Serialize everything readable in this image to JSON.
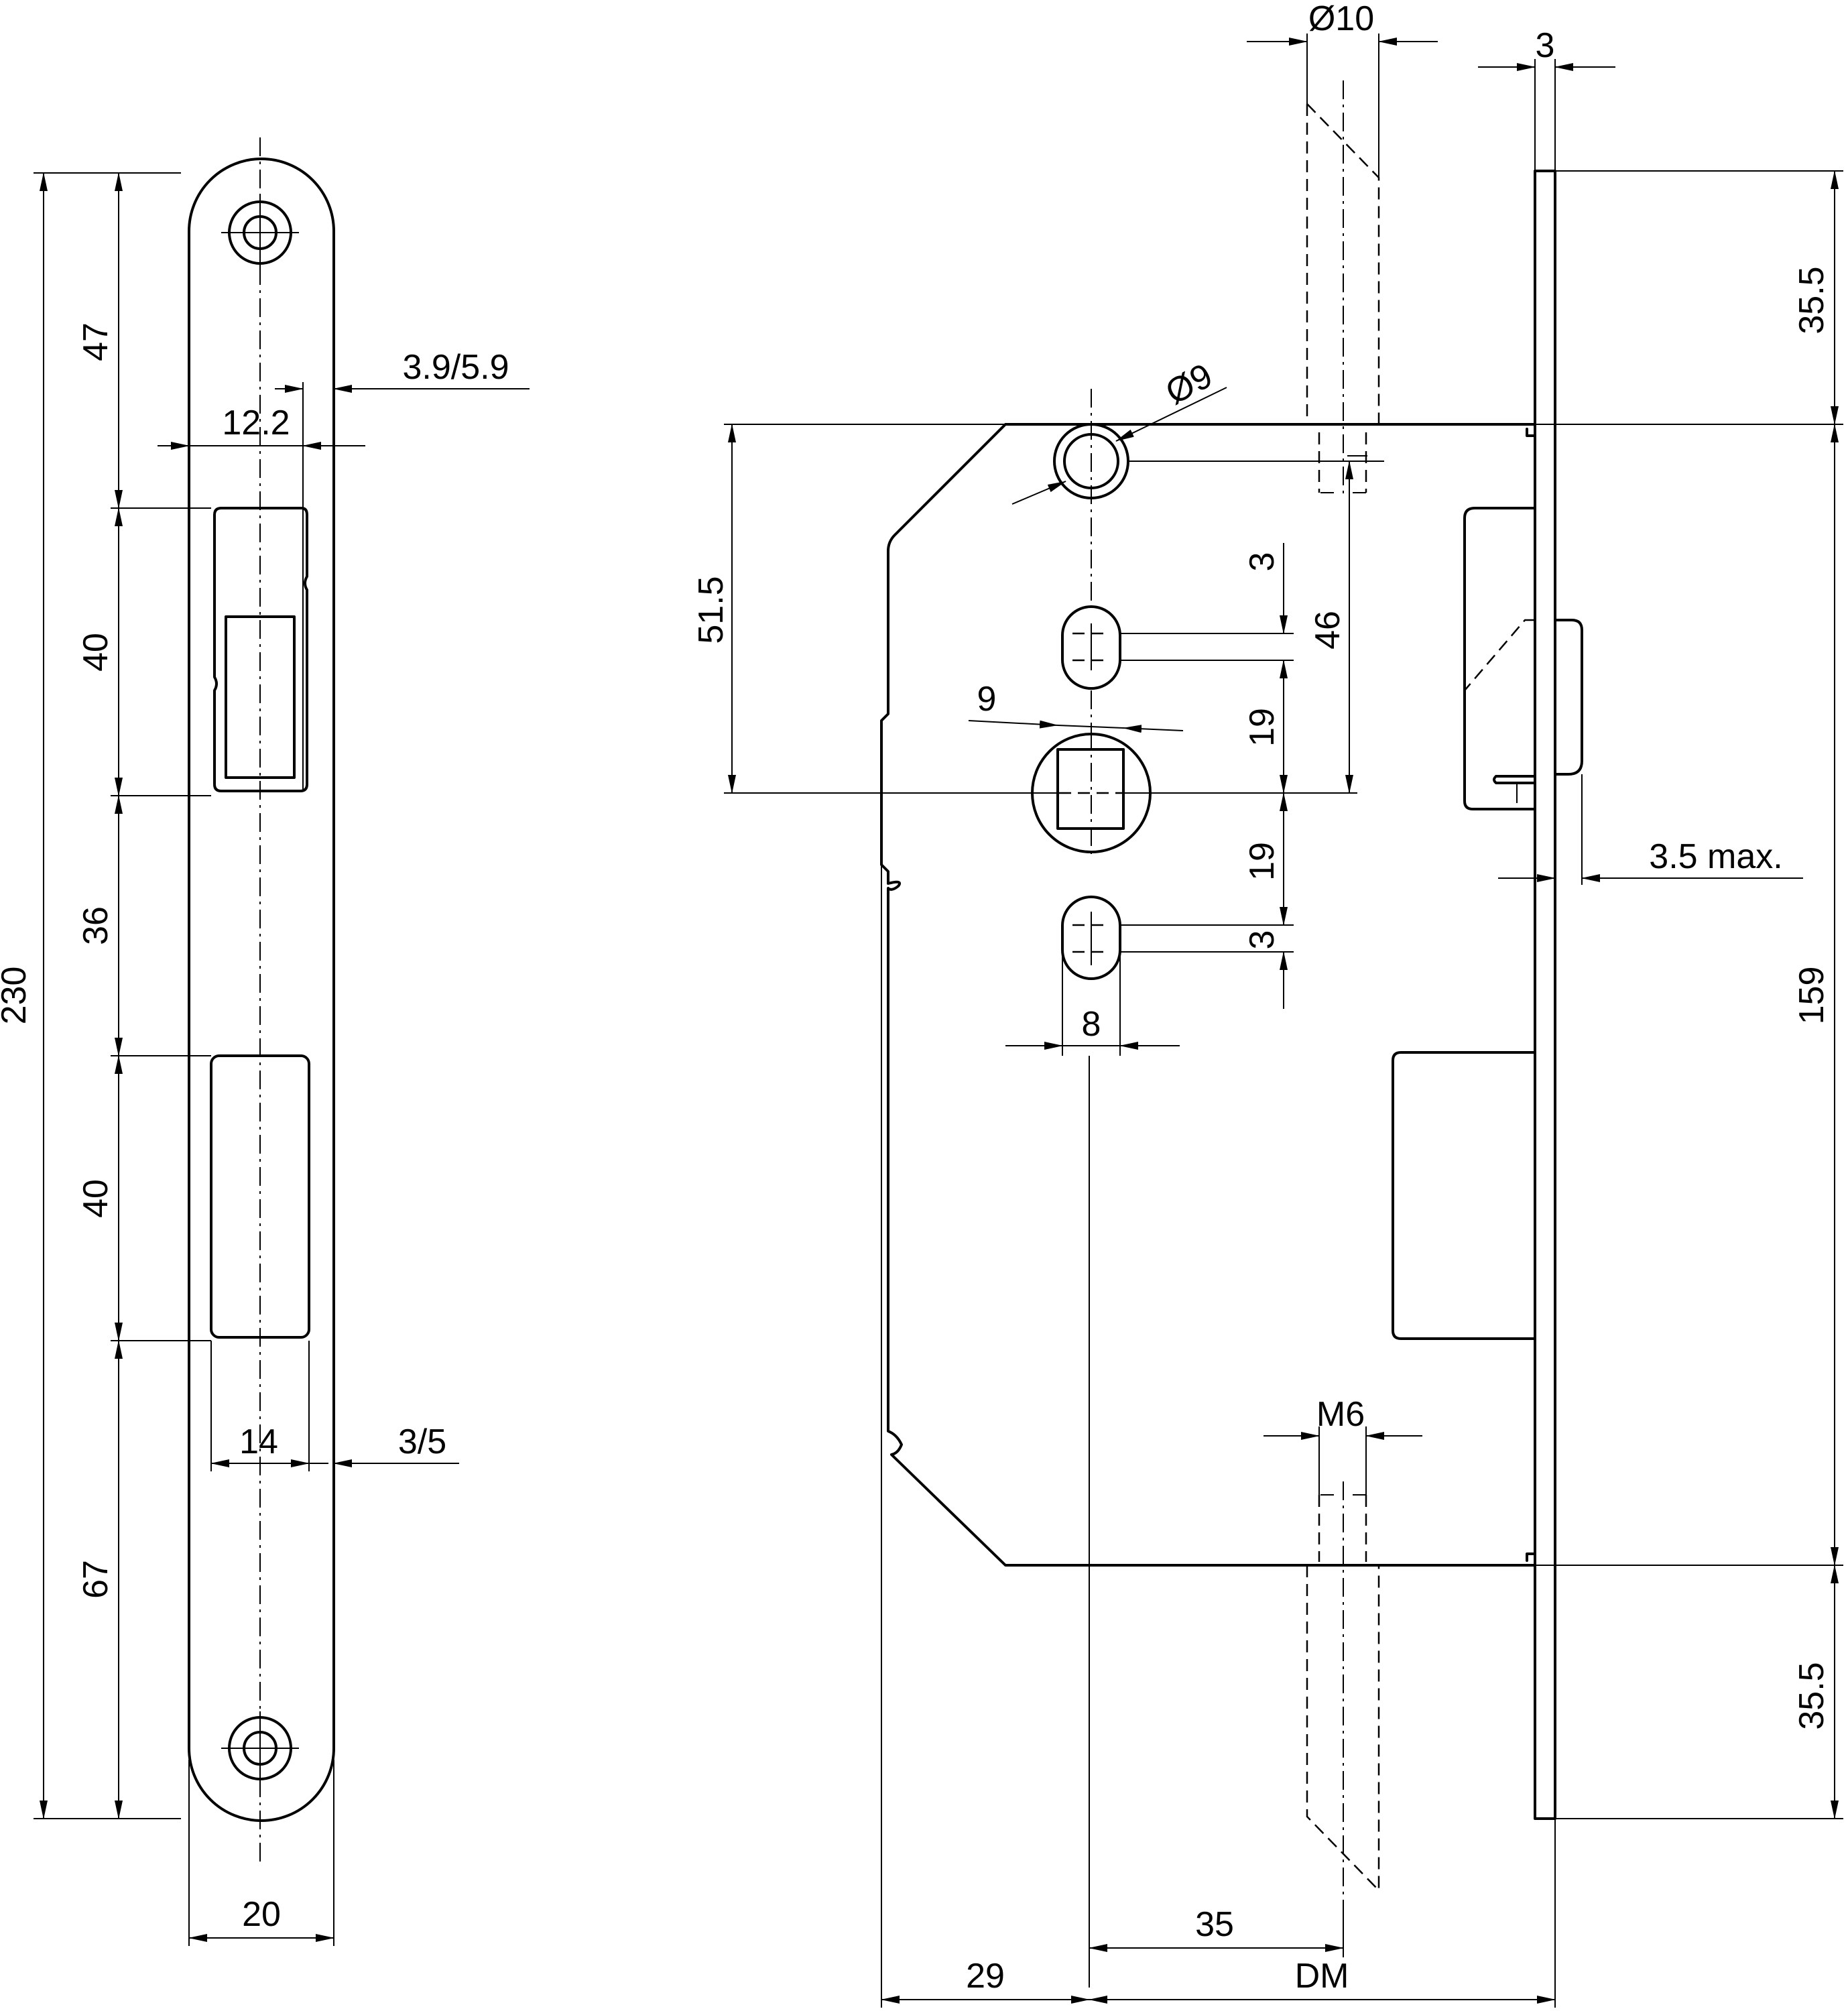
{
  "diagram": {
    "faceplate_dims": {
      "overall_height": "230",
      "top_to_latch": "47",
      "latch_height": "40",
      "latch_to_bolt": "36",
      "bolt_height": "40",
      "bolt_to_bottom": "67",
      "plate_width": "20",
      "latch_width": "12.2",
      "latch_projection": "3.9/5.9",
      "bolt_width": "14",
      "bolt_projection": "3/5"
    },
    "body_dims": {
      "cylinder_hole_dia": "Ø10",
      "forend_thickness": "3",
      "fixing_hole_dia": "Ø9",
      "top_to_follower": "51.5",
      "cyl_to_follower": "46",
      "slot_height_upper": "3",
      "upper_slot_offset": "19",
      "follower_square": "9",
      "lower_slot_offset": "19",
      "slot_height_lower": "3",
      "slot_width": "8",
      "max_projection": "3.5 max.",
      "top_offset": "35.5",
      "body_height": "159",
      "bottom_offset": "35.5",
      "thread": "M6",
      "backset": "35",
      "body_to_follower": "29",
      "dm_label": "DM"
    }
  }
}
